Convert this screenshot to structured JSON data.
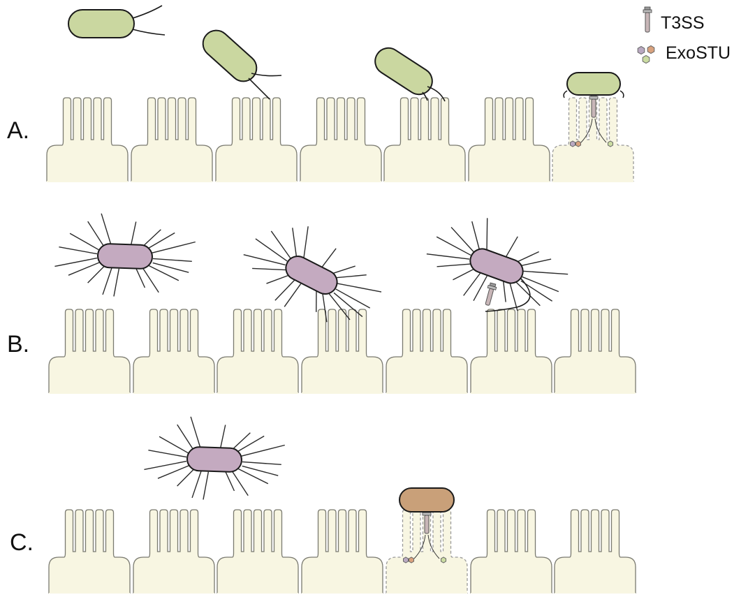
{
  "legend": {
    "items": [
      {
        "label": "T3SS",
        "icon": "t3ss-needle-icon"
      },
      {
        "label": "ExoSTU",
        "icon": "effector-hexagons-icon"
      }
    ]
  },
  "panels": [
    {
      "label": "A."
    },
    {
      "label": "B."
    },
    {
      "label": "C."
    }
  ],
  "colors": {
    "epithelium": "#f8f6e2",
    "cell_outline": "#7a7a70",
    "flagellated_bacterium": "#cad7a0",
    "piliated_bacterium": "#c4aac0",
    "attached_bacterium_c": "#c9a079",
    "t3ss": "#c8b6b8",
    "effector_colors": [
      "#b9a9c1",
      "#d9a27e",
      "#cbdca2"
    ]
  }
}
